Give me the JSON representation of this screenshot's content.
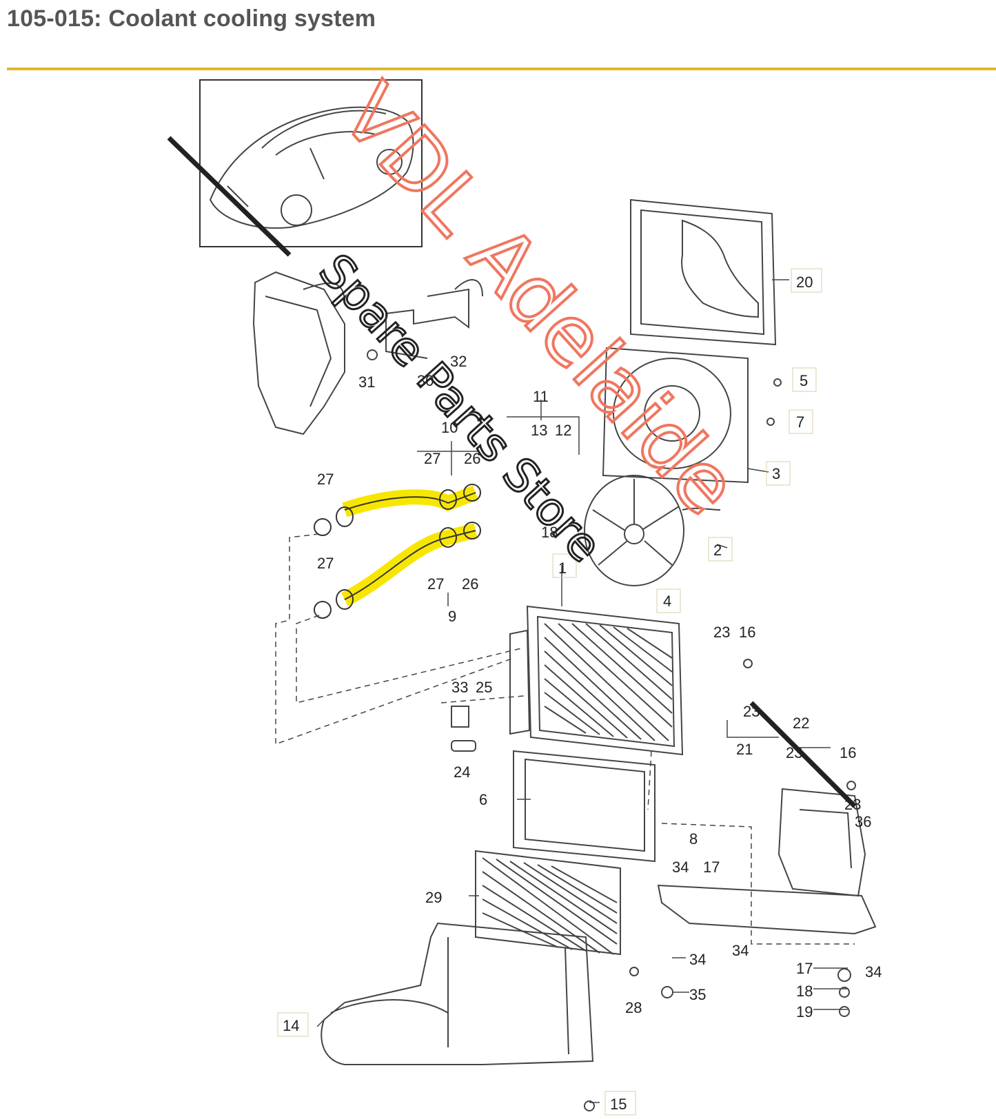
{
  "header": {
    "title": "105-015: Coolant cooling system",
    "rule_color": "#e0b825"
  },
  "watermark": {
    "line1": "VDL Adelaide",
    "line2": "Spare Parts Store",
    "color1": "#f0765f",
    "color2": "#222222"
  },
  "highlight_color": "#f7e600",
  "callouts": [
    {
      "id": "c1",
      "text": "1"
    },
    {
      "id": "c2",
      "text": "2"
    },
    {
      "id": "c3",
      "text": "3"
    },
    {
      "id": "c4",
      "text": "4"
    },
    {
      "id": "c5",
      "text": "5"
    },
    {
      "id": "c6",
      "text": "6"
    },
    {
      "id": "c7",
      "text": "7"
    },
    {
      "id": "c8",
      "text": "8"
    },
    {
      "id": "c9",
      "text": "9"
    },
    {
      "id": "c10",
      "text": "10"
    },
    {
      "id": "c11",
      "text": "11"
    },
    {
      "id": "c12",
      "text": "12"
    },
    {
      "id": "c13",
      "text": "13"
    },
    {
      "id": "c14",
      "text": "14"
    },
    {
      "id": "c15",
      "text": "15"
    },
    {
      "id": "c16a",
      "text": "16"
    },
    {
      "id": "c16b",
      "text": "16"
    },
    {
      "id": "c17a",
      "text": "17"
    },
    {
      "id": "c17b",
      "text": "17"
    },
    {
      "id": "c18a",
      "text": "18"
    },
    {
      "id": "c18b",
      "text": "18"
    },
    {
      "id": "c19",
      "text": "19"
    },
    {
      "id": "c20",
      "text": "20"
    },
    {
      "id": "c21",
      "text": "21"
    },
    {
      "id": "c22",
      "text": "22"
    },
    {
      "id": "c23a",
      "text": "23"
    },
    {
      "id": "c23b",
      "text": "23"
    },
    {
      "id": "c23c",
      "text": "23"
    },
    {
      "id": "c23d",
      "text": "23"
    },
    {
      "id": "c24",
      "text": "24"
    },
    {
      "id": "c25",
      "text": "25"
    },
    {
      "id": "c26a",
      "text": "26"
    },
    {
      "id": "c26b",
      "text": "26"
    },
    {
      "id": "c27a",
      "text": "27"
    },
    {
      "id": "c27b",
      "text": "27"
    },
    {
      "id": "c27c",
      "text": "27"
    },
    {
      "id": "c27d",
      "text": "27"
    },
    {
      "id": "c28",
      "text": "28"
    },
    {
      "id": "c29",
      "text": "29"
    },
    {
      "id": "c30",
      "text": "30"
    },
    {
      "id": "c31",
      "text": "31"
    },
    {
      "id": "c32",
      "text": "32"
    },
    {
      "id": "c33",
      "text": "33"
    },
    {
      "id": "c34a",
      "text": "34"
    },
    {
      "id": "c34b",
      "text": "34"
    },
    {
      "id": "c34c",
      "text": "34"
    },
    {
      "id": "c34d",
      "text": "34"
    },
    {
      "id": "c35",
      "text": "35"
    },
    {
      "id": "c36",
      "text": "36"
    }
  ]
}
